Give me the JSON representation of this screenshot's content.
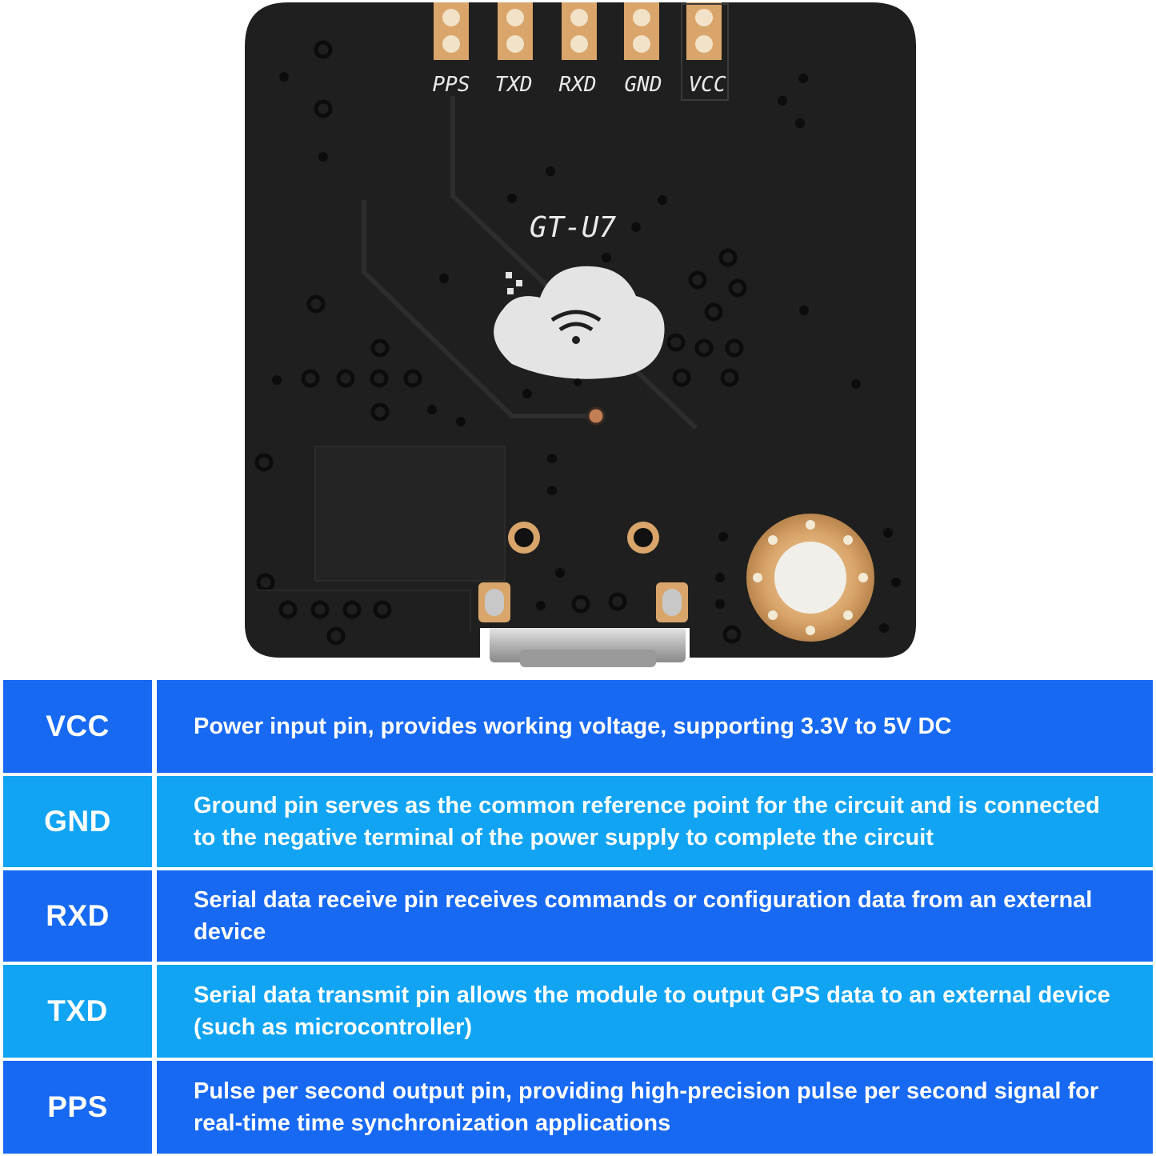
{
  "board": {
    "model_label": "GT-U7",
    "pin_labels": [
      "PPS",
      "TXD",
      "RXD",
      "GND",
      "VCC"
    ]
  },
  "colors": {
    "row_dark": "#1769f2",
    "row_light": "#11a4f3",
    "pcb": "#1f1f1f",
    "gold": "#d9a56a"
  },
  "pins": [
    {
      "name": "VCC",
      "description": "Power input pin, provides working voltage, supporting 3.3V to 5V DC",
      "color": "dark"
    },
    {
      "name": "GND",
      "description": "Ground pin serves as the common reference point for the circuit and is connected to the negative terminal of the power supply to complete the circuit",
      "color": "light"
    },
    {
      "name": "RXD",
      "description": "Serial data receive pin receives commands or configuration data from an external device",
      "color": "dark"
    },
    {
      "name": "TXD",
      "description": "Serial data transmit pin allows the module to output GPS data to an external device (such as microcontroller)",
      "color": "light"
    },
    {
      "name": "PPS",
      "description": "Pulse per second output pin, providing high-precision pulse per second signal for real-time time synchronization applications",
      "color": "dark"
    }
  ]
}
